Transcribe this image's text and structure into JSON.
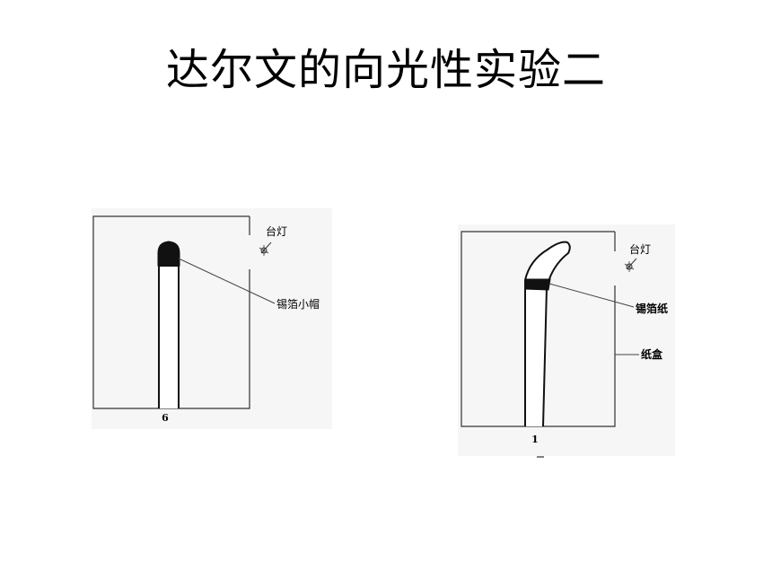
{
  "slide": {
    "title": "达尔文的向光性实验二"
  },
  "figures": [
    {
      "id": "left",
      "lamp_label": "台灯",
      "cap_label": "锡箔小帽",
      "number": "6"
    },
    {
      "id": "right",
      "lamp_label": "台灯",
      "foil_label": "锡箔纸",
      "box_label": "纸盒",
      "number": "1"
    }
  ]
}
